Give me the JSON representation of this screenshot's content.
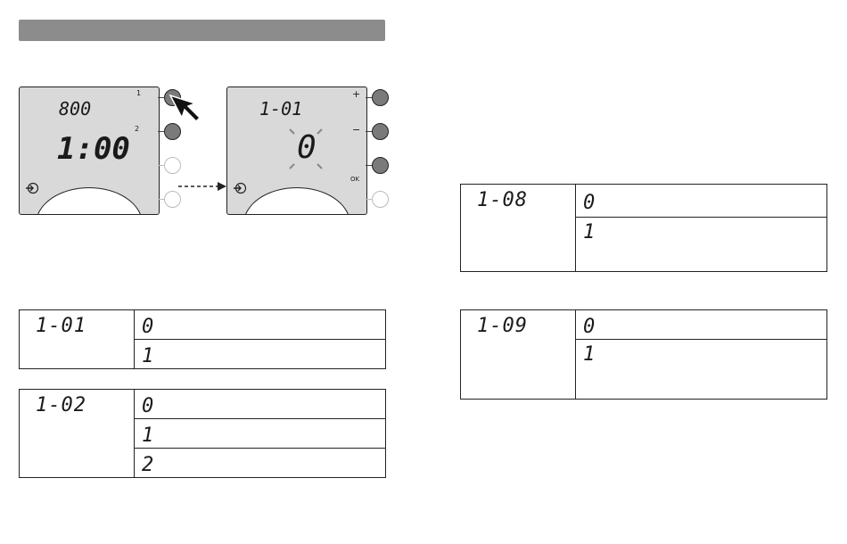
{
  "display_left": {
    "top_value": "800",
    "main_value": "1:00",
    "button_labels": [
      "1",
      "2"
    ],
    "bottom_icon": "input-arrow-icon"
  },
  "display_right": {
    "top_value": "1-01",
    "main_value": "0",
    "button_labels": [
      "+",
      "−",
      "OK"
    ],
    "bottom_icon": "input-arrow-icon"
  },
  "tables": [
    {
      "code": "1-01",
      "values": [
        "0",
        "1"
      ]
    },
    {
      "code": "1-02",
      "values": [
        "0",
        "1",
        "2"
      ]
    },
    {
      "code": "1-08",
      "values": [
        "0",
        "1"
      ]
    },
    {
      "code": "1-09",
      "values": [
        "0",
        "1"
      ]
    }
  ],
  "colors": {
    "lcd": "#d9d9d9",
    "button_active": "#7a7a7a",
    "header_bar": "#8c8c8c"
  }
}
